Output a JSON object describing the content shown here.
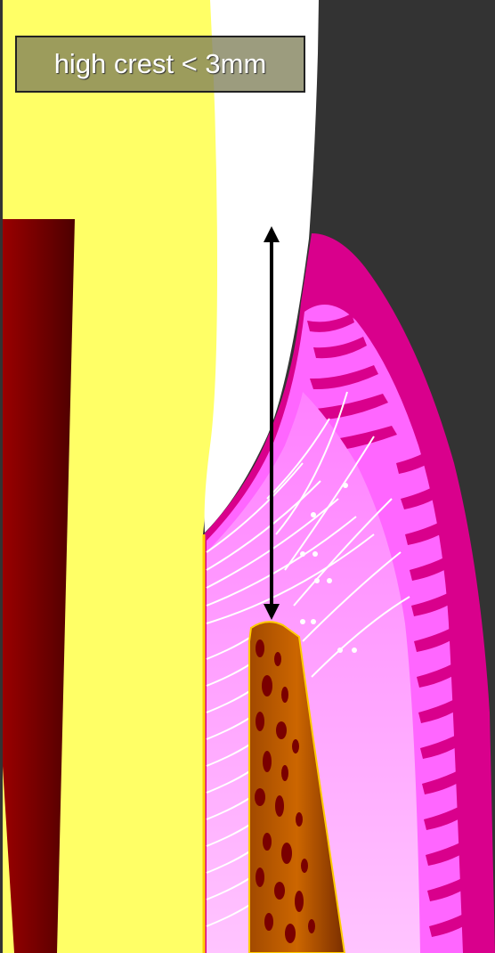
{
  "annotation": {
    "text": "high crest < 3mm"
  },
  "measurement": {
    "label": "distance from gingival margin to alveolar bone crest",
    "value_mm_max": 3
  },
  "structures": [
    "pulp-canal",
    "tooth-root",
    "enamel-crown",
    "gingiva",
    "connective-tissue",
    "gingival-fibers",
    "alveolar-bone",
    "measurement-arrow"
  ],
  "colors": {
    "background": "#333333",
    "tooth": "#ffff66",
    "enamel": "#ffffff",
    "pulp_light": "#990000",
    "pulp_dark": "#4d0000",
    "gingiva_outer": "#d9008c",
    "gingiva_inner": "#ff66ff",
    "connective_tissue": "#ffb3ff",
    "bone_light": "#cc6600",
    "bone_dark": "#7a2e00",
    "bone_edge": "#ffcc00",
    "arrow": "#000000",
    "fibers": "#ffffff"
  }
}
